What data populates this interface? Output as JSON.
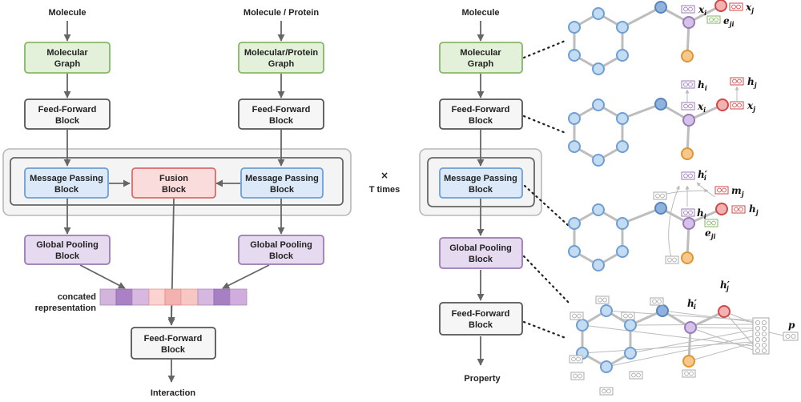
{
  "colors": {
    "green_fill": "#e3f1da",
    "green_stroke": "#86b667",
    "blue_fill": "#dbe9f8",
    "blue_stroke": "#6e9fd4",
    "red_fill": "#fadcdc",
    "red_stroke": "#db6b6b",
    "purple_fill": "#e6daf0",
    "purple_stroke": "#9b7bb4",
    "gray_fill": "#f6f6f6",
    "gray_stroke": "#555555",
    "node_blue": "#c4dcf2",
    "node_blue_dark": "#8fb3dd",
    "node_purple": "#d5c2ea",
    "node_red": "#f2b2b2",
    "node_orange": "#f7c88d"
  },
  "left": {
    "input_molecule": "Molecule",
    "input_protein": "Molecule / Protein",
    "graph_left": [
      "Molecular",
      "Graph"
    ],
    "graph_right": [
      "Molecular/Protein",
      "Graph"
    ],
    "ffn_left": [
      "Feed-Forward",
      "Block"
    ],
    "ffn_right": [
      "Feed-Forward",
      "Block"
    ],
    "mp_left": [
      "Message Passing",
      "Block"
    ],
    "fusion": [
      "Fusion",
      "Block"
    ],
    "mp_right": [
      "Message Passing",
      "Block"
    ],
    "pool_left": [
      "Global Pooling",
      "Block"
    ],
    "pool_right": [
      "Global Pooling",
      "Block"
    ],
    "concat_label": [
      "concated",
      "representation"
    ],
    "ffn_bottom": [
      "Feed-Forward",
      "Block"
    ],
    "output": "Interaction",
    "repeat_x": "×",
    "repeat_label": "T times"
  },
  "right": {
    "input": "Molecule",
    "graph": [
      "Molecular",
      "Graph"
    ],
    "ffn": [
      "Feed-Forward",
      "Block"
    ],
    "mp": [
      "Message Passing",
      "Block"
    ],
    "pool": [
      "Global Pooling",
      "Block"
    ],
    "ffn2": [
      "Feed-Forward",
      "Block"
    ],
    "output": "Property"
  },
  "molecule_labels": {
    "p1_xi": "x",
    "p1_xi_sub": "i",
    "p1_xj": "x",
    "p1_xj_sub": "j",
    "p1_eji": "e",
    "p1_eji_sub": "ji",
    "p2_hi": "h",
    "p2_hi_sub": "i",
    "p2_hj": "h",
    "p2_hj_sub": "j",
    "p2_xi": "x",
    "p2_xi_sub": "i",
    "p2_xj": "x",
    "p2_xj_sub": "j",
    "p3_hpi": "h′",
    "p3_hpi_sub": "i",
    "p3_mj": "m",
    "p3_mj_sub": "j",
    "p3_hi": "h",
    "p3_hi_sub": "i",
    "p3_hj": "h",
    "p3_hj_sub": "j",
    "p3_eji": "e",
    "p3_eji_sub": "ji",
    "p4_hpi": "h′",
    "p4_hpi_sub": "i",
    "p4_hpj": "h′",
    "p4_hpj_sub": "j",
    "p4_p": "p"
  }
}
